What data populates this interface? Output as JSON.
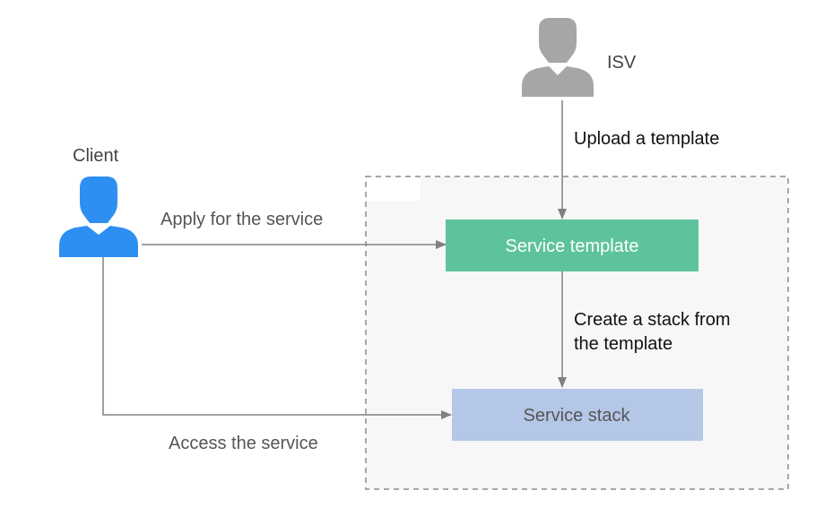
{
  "actors": {
    "isv": {
      "label": "ISV",
      "icon": "user-icon",
      "color": "#a6a6a6"
    },
    "client": {
      "label": "Client",
      "icon": "user-icon",
      "color": "#2e8ff2"
    }
  },
  "boxes": {
    "service_template": {
      "label": "Service template",
      "fill": "#5ec39c",
      "text_color": "#ffffff"
    },
    "service_stack": {
      "label": "Service stack",
      "fill": "#b4c7e7",
      "text_color": "#555555"
    }
  },
  "edges": {
    "upload": {
      "label": "Upload a template"
    },
    "apply": {
      "label": "Apply for the service"
    },
    "create": {
      "label_lines": [
        "Create a stack from",
        "the template"
      ]
    },
    "access": {
      "label": "Access the service"
    }
  },
  "colors": {
    "container_fill": "#f7f7f7",
    "container_border": "#8c8c8c",
    "arrow": "#808080"
  }
}
